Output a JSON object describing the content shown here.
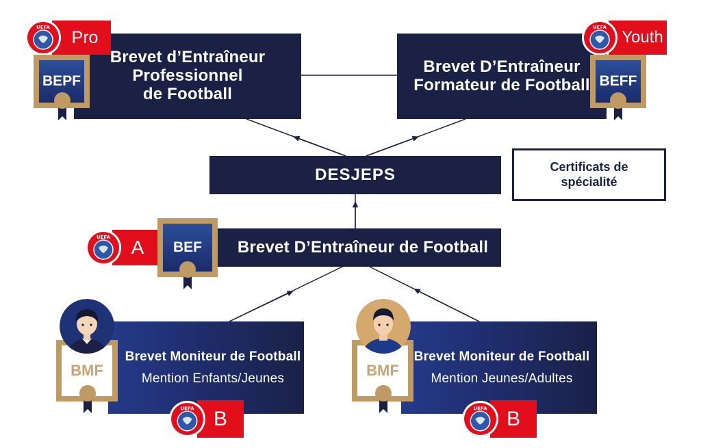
{
  "levels": {
    "bepf": {
      "title": "Brevet d’Entraîneur\nProfessionnel\nde Football",
      "badge": "BEPF",
      "uefa_level": "Pro"
    },
    "beff": {
      "title": "Brevet D’Entraîneur\nFormateur de Football",
      "badge": "BEFF",
      "uefa_level": "Youth"
    },
    "desjeps": {
      "title": "DESJEPS"
    },
    "specialite": {
      "title": "Certificats de\nspécialité"
    },
    "bef": {
      "title": "Brevet D’Entraîneur de Football",
      "badge": "BEF",
      "uefa_level": "A"
    },
    "bmf_enfants": {
      "title": "Brevet Moniteur de Football",
      "subtitle": "Mention Enfants/Jeunes",
      "badge": "BMF",
      "uefa_level": "B"
    },
    "bmf_adultes": {
      "title": "Brevet Moniteur de Football",
      "subtitle": "Mention Jeunes/Adultes",
      "badge": "BMF",
      "uefa_level": "B"
    }
  },
  "logo_text": "UEFA",
  "icons": {
    "uefa": "uefa-logo-icon",
    "ribbon": "ribbon-icon",
    "avatar_child": "child-avatar-icon",
    "avatar_adult": "adult-avatar-icon"
  },
  "colors": {
    "navy": "#1b2145",
    "blue": "#243a8a",
    "red": "#e30e1c",
    "gold": "#c09a63"
  }
}
